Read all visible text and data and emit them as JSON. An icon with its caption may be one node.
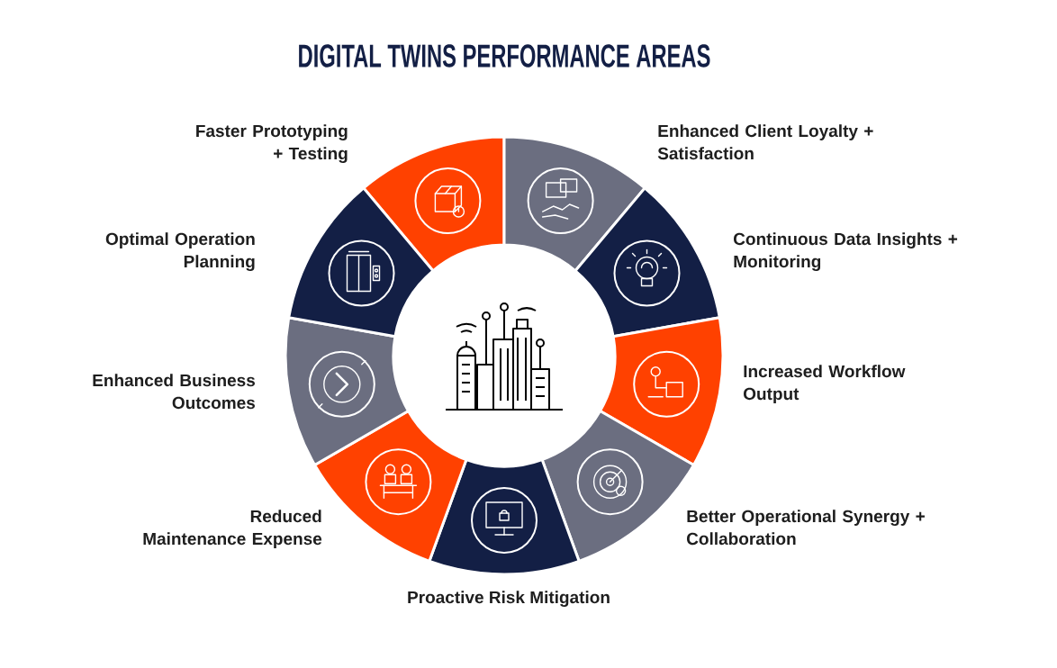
{
  "diagram": {
    "title": "DIGITAL TWINS PERFORMANCE AREAS",
    "nodes": [
      {
        "text": [
          "Faster Prototyping + Testing"
        ]
      },
      {
        "text": [
          "Enhanced Client Loyalty + Satisfaction"
        ]
      },
      {
        "text": [
          "Continuous Data Insights + Monitoring"
        ]
      },
      {
        "text": [
          "Increased Workflow Output"
        ]
      },
      {
        "text": [
          "Better Operational Synergy + Collaboration"
        ]
      },
      {
        "text": [
          "Proactive Risk Mitigation"
        ]
      },
      {
        "text": [
          "Reduced Maintenance Expense"
        ]
      },
      {
        "text": [
          "Enhanced Business Outcomes"
        ]
      },
      {
        "text": [
          "Optimal Operation Planning"
        ]
      }
    ]
  }
}
